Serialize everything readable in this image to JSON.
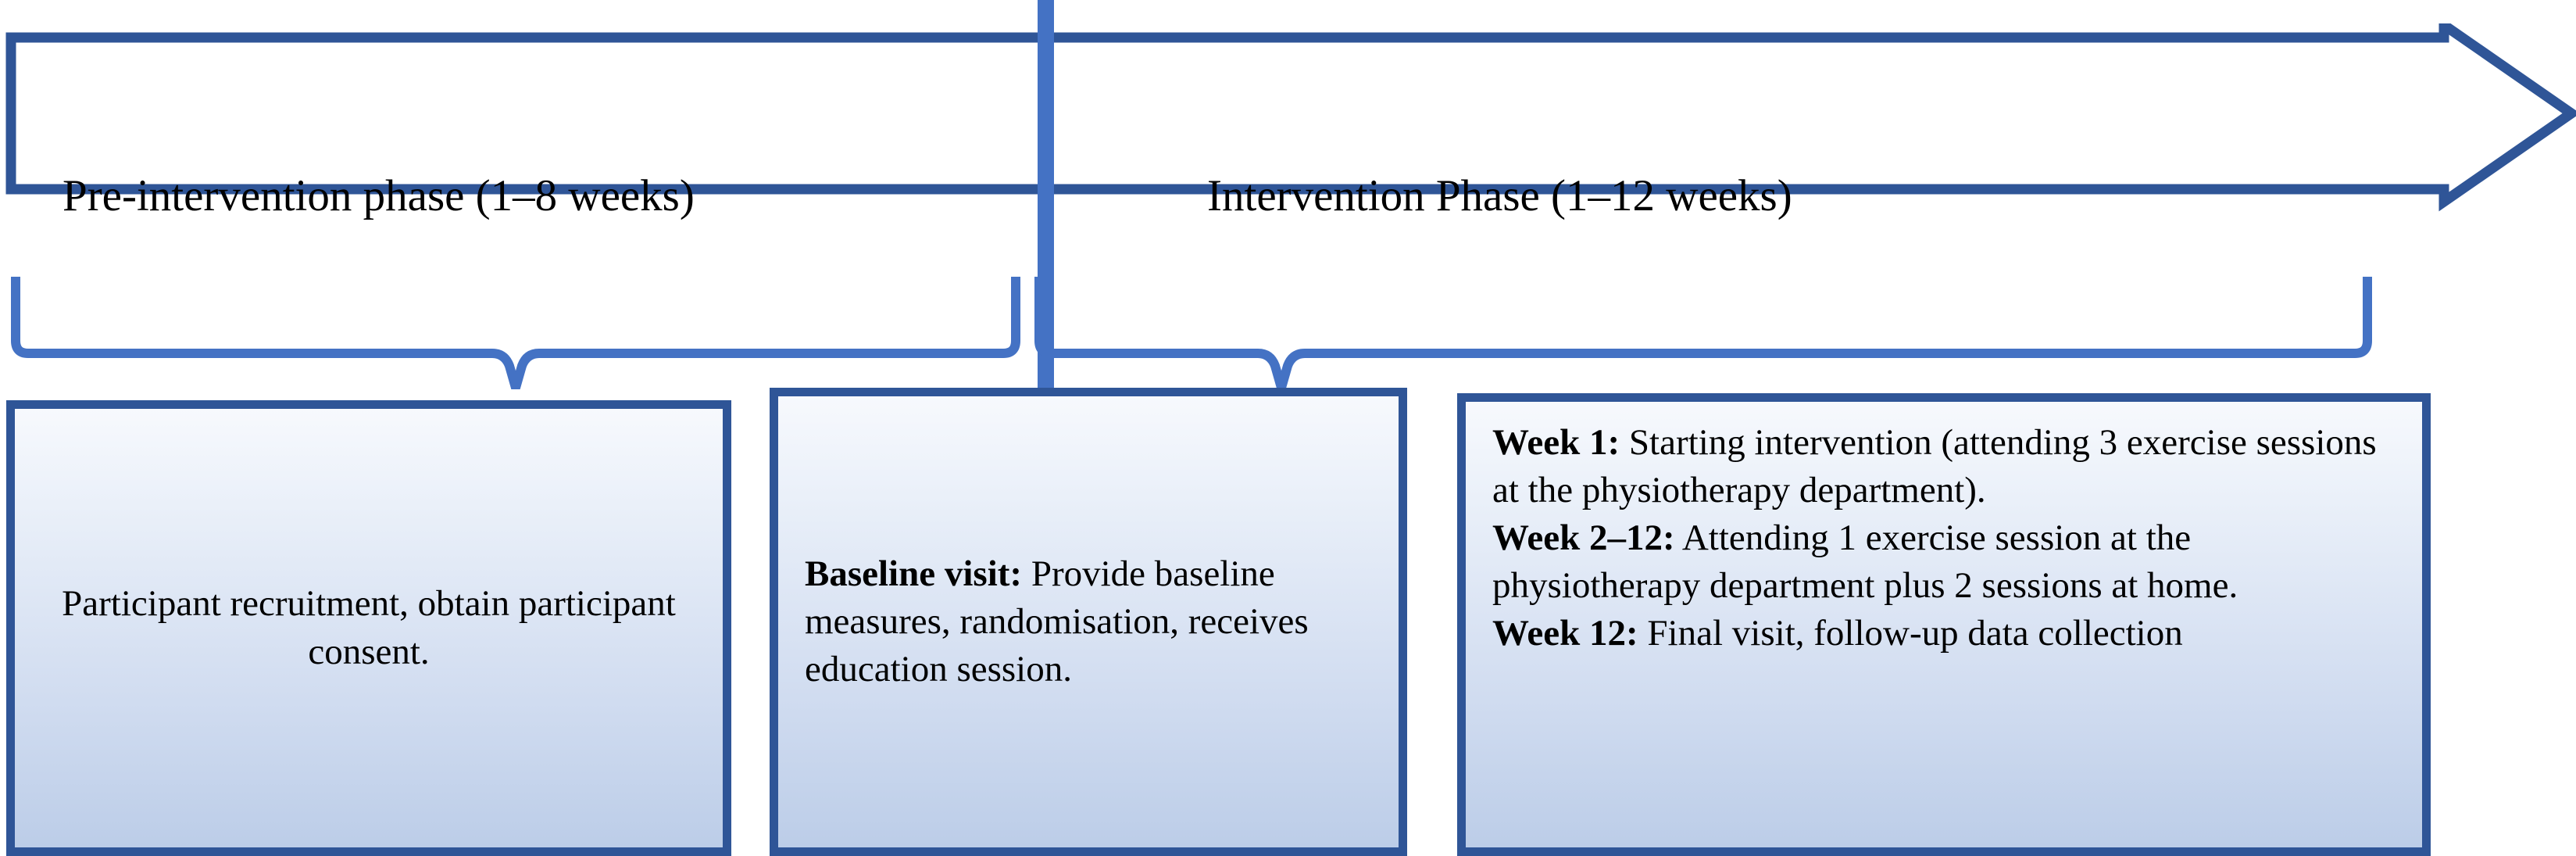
{
  "colors": {
    "arrow_stroke": "#2F5597",
    "divider": "#4472C4",
    "brace": "#4472C4",
    "box_border": "#2F5597",
    "box_fill_top": "#F7F9FD",
    "box_fill_bottom": "#BCCDE8",
    "text": "#000000"
  },
  "timeline": {
    "phases": [
      {
        "id": "pre-intervention",
        "label": "Pre-intervention phase (1–8 weeks)"
      },
      {
        "id": "intervention",
        "label": "Intervention Phase (1–12 weeks)"
      }
    ]
  },
  "boxes": {
    "recruitment": {
      "text": "Participant recruitment, obtain participant consent."
    },
    "baseline": {
      "lead": "Baseline visit:",
      "text": " Provide baseline measures, randomisation, receives education session."
    },
    "intervention": {
      "items": [
        {
          "lead": "Week 1:",
          "text": " Starting intervention (attending 3 exercise sessions at the physiotherapy department)."
        },
        {
          "lead": "Week 2–12:",
          "text": " Attending 1 exercise session at the physiotherapy department plus 2 sessions at home."
        },
        {
          "lead": "Week 12:",
          "text": " Final visit, follow-up data collection"
        }
      ]
    }
  }
}
